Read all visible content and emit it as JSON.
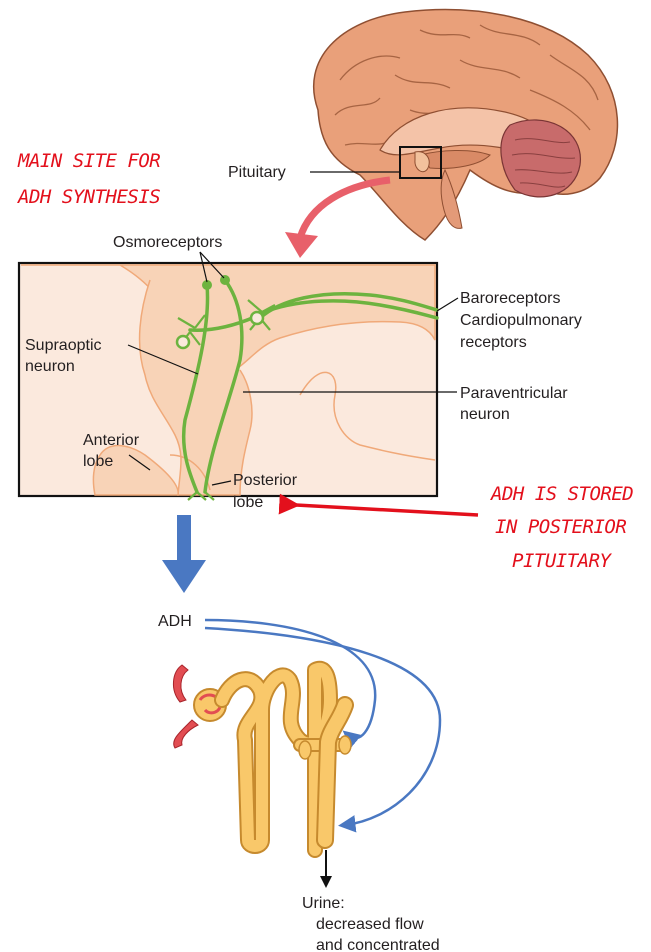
{
  "labels": {
    "pituitary": "Pituitary",
    "osmoreceptors": "Osmoreceptors",
    "baroreceptors": "Baroreceptors",
    "cardiopulmonary": "Cardiopulmonary",
    "receptors": "receptors",
    "supraoptic_1": "Supraoptic",
    "supraoptic_2": "neuron",
    "paraventricular_1": "Paraventricular",
    "paraventricular_2": "neuron",
    "anterior_1": "Anterior",
    "anterior_2": "lobe",
    "posterior_1": "Posterior",
    "posterior_2": "lobe",
    "adh": "ADH",
    "urine_1": "Urine:",
    "urine_2": "decreased flow",
    "urine_3": "and concentrated"
  },
  "annotations": {
    "synthesis_1": "MAIN SITE FOR",
    "synthesis_2": "ADH SYNTHESIS",
    "stored_1": "ADH IS STORED",
    "stored_2": "IN POSTERIOR",
    "stored_3": "PITUITARY"
  },
  "colors": {
    "annotation": "#e3101c",
    "neuron": "#6db33f",
    "tissue": "#f9dcc4",
    "flow_arrow": "#4a78c2",
    "tubule": "#f9c86a"
  }
}
